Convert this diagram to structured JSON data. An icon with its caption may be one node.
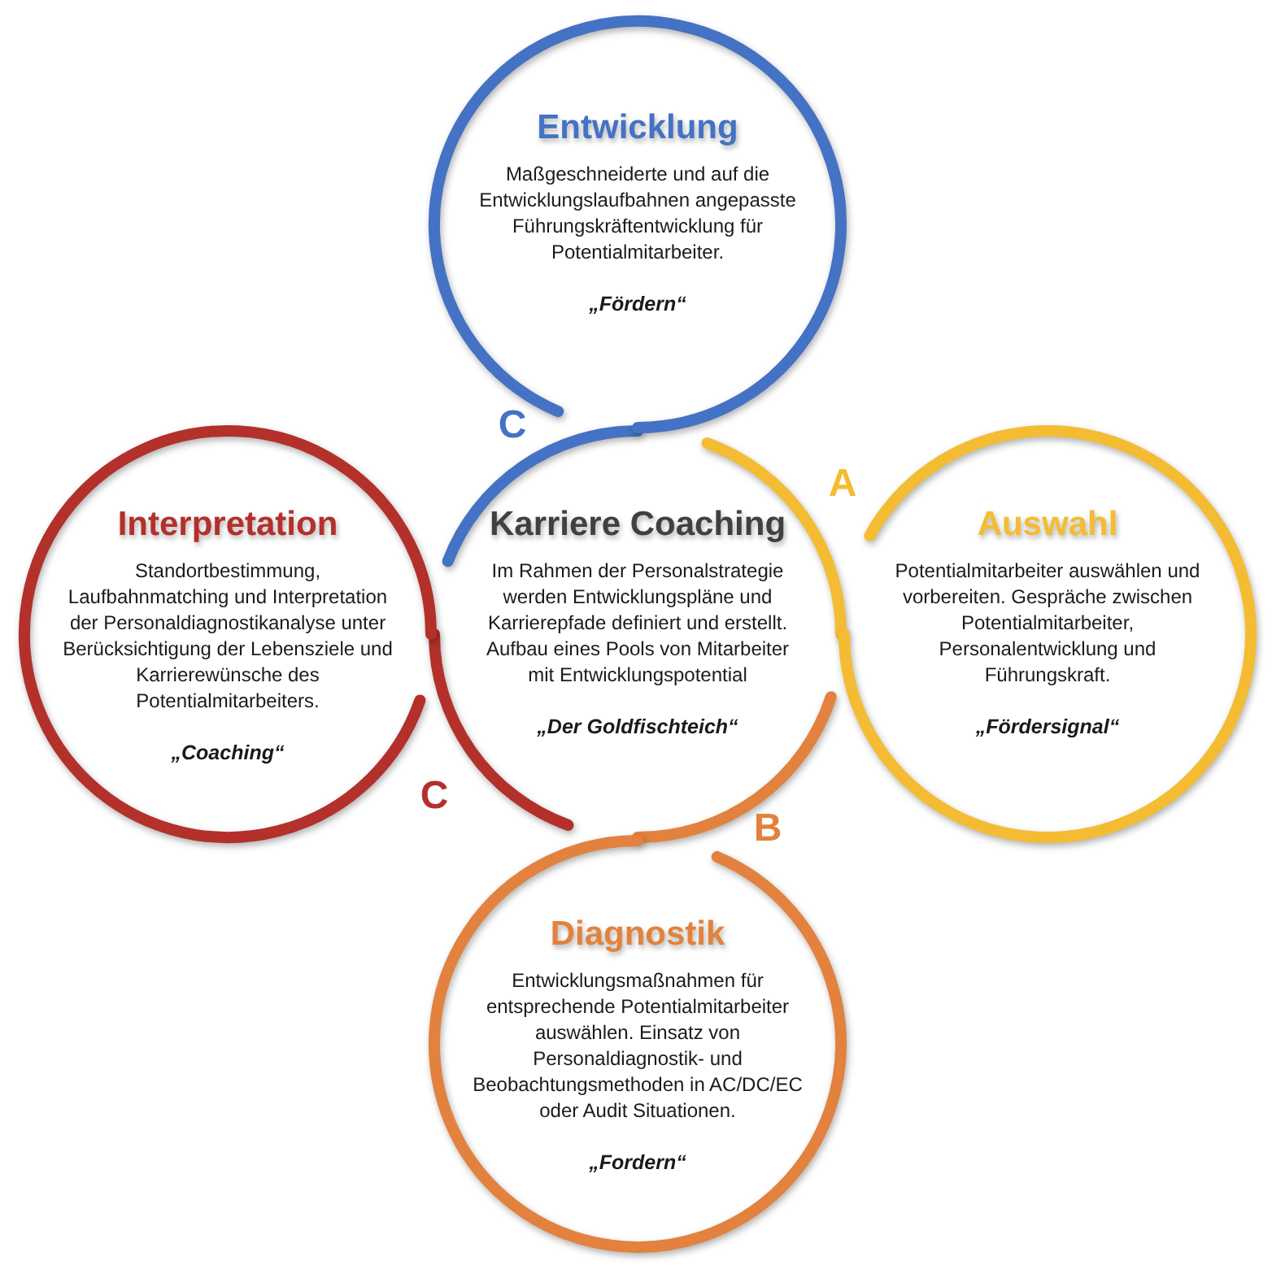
{
  "diagram": {
    "nodes": [
      {
        "text": [
          "Entwicklung",
          "Maßgeschneiderte und auf die Entwicklungslaufbahnen angepasste Führungskräftentwicklung für Potentialmitarbeiter.",
          "„Fördern“"
        ]
      },
      {
        "text": [
          "Interpretation",
          "Standortbestimmung, Laufbahnmatching und Interpretation der Personaldiagnostikanalyse unter Berücksichtigung der Lebensziele und Karrierewünsche des Potentialmitarbeiters.",
          "„Coaching“"
        ]
      },
      {
        "text": [
          "Karriere Coaching",
          "Im Rahmen der Personalstrategie werden Entwicklungspläne und Karrierepfade definiert und erstellt. Aufbau eines Pools von Mitarbeiter mit Entwicklungspotential",
          "„Der Goldfischteich“"
        ]
      },
      {
        "text": [
          "Auswahl",
          "Potentialmitarbeiter auswählen und vorbereiten. Gespräche zwischen Potentialmitarbeiter, Personalentwicklung und Führungskraft.",
          "„Fördersignal“"
        ]
      },
      {
        "text": [
          "Diagnostik",
          "Entwicklungsmaßnahmen für entsprechende Potentialmitarbeiter auswählen. Einsatz von Personaldiagnostik- und Beobachtungsmethoden in AC/DC/EC oder Audit Situationen.",
          "„Fordern“"
        ]
      }
    ],
    "labels": [
      "C",
      "A",
      "C",
      "B"
    ]
  }
}
